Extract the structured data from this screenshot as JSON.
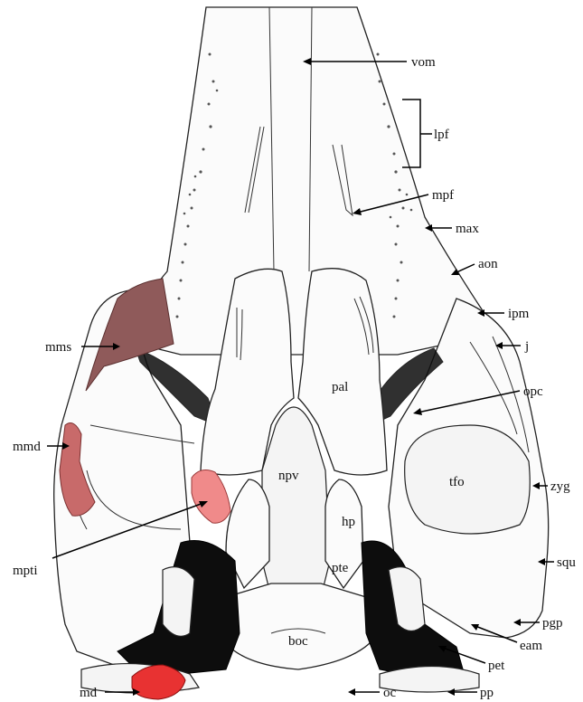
{
  "labels": {
    "vom": "vom",
    "lpf": "lpf",
    "mpf": "mpf",
    "max": "max",
    "aon": "aon",
    "ipm": "ipm",
    "j": "j",
    "mms": "mms",
    "opc": "opc",
    "pal": "pal",
    "mmd": "mmd",
    "npv": "npv",
    "tfo": "tfo",
    "zyg": "zyg",
    "hp": "hp",
    "mpti": "mpti",
    "pte": "pte",
    "squ": "squ",
    "pgp": "pgp",
    "boc": "boc",
    "eam": "eam",
    "pet": "pet",
    "md": "md",
    "oc": "oc",
    "pp": "pp"
  },
  "highlight_colors": {
    "mms": "#8f5a5a",
    "mmd": "#c86a6a",
    "mpti": "#f08a8a",
    "md": "#e83232"
  }
}
